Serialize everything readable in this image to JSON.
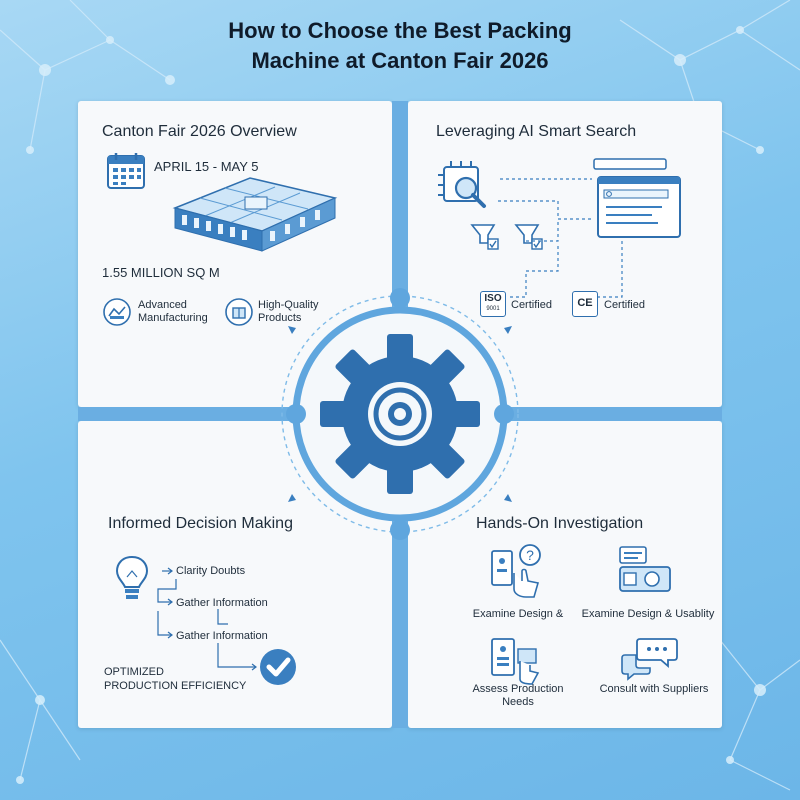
{
  "title": {
    "line1": "How to Choose the Best Packing",
    "line2": "Machine at Canton Fair 2026"
  },
  "panels": {
    "overview": {
      "title": "Canton Fair 2026 Overview",
      "dates": "APRIL 15 - MAY 5",
      "area": "1.55 MILLION SQ M",
      "item1": {
        "line1": "Advanced",
        "line2": "Manufacturing"
      },
      "item2": {
        "line1": "High-Quality",
        "line2": "Products"
      }
    },
    "ai_search": {
      "title": "Leveraging AI Smart Search",
      "iso_label": "ISO",
      "iso_sub": "9001",
      "iso_text": "Certified",
      "ce_label": "CE",
      "ce_text": "Certified"
    },
    "decision": {
      "title": "Informed Decision Making",
      "step1": "Clarity Doubts",
      "step2": "Gather Information",
      "step3": "Gather Information",
      "result_line1": "OPTIMIZED",
      "result_line2": "PRODUCTION EFFICIENCY"
    },
    "investigation": {
      "title": "Hands-On Investigation",
      "item1": "Examine Design &",
      "item2": "Examine Design & Usablity",
      "item3": {
        "line1": "Assess Production",
        "line2": "Needs"
      },
      "item4": "Consult with Suppliers"
    }
  },
  "colors": {
    "accent": "#3a7fc0",
    "accent_light": "#c9e2f6",
    "background": "#7fc4ee",
    "panel": "#f7f9fb"
  },
  "icons": [
    "calendar-icon",
    "exhibition-hall-icon",
    "manufacturing-icon",
    "quality-box-icon",
    "ai-chip-search-icon",
    "search-window-icon",
    "certified-product-icon",
    "lightbulb-icon",
    "check-circle-icon",
    "gear-icon",
    "question-touch-icon",
    "design-usability-icon",
    "production-needs-icon",
    "chat-bubbles-icon"
  ]
}
